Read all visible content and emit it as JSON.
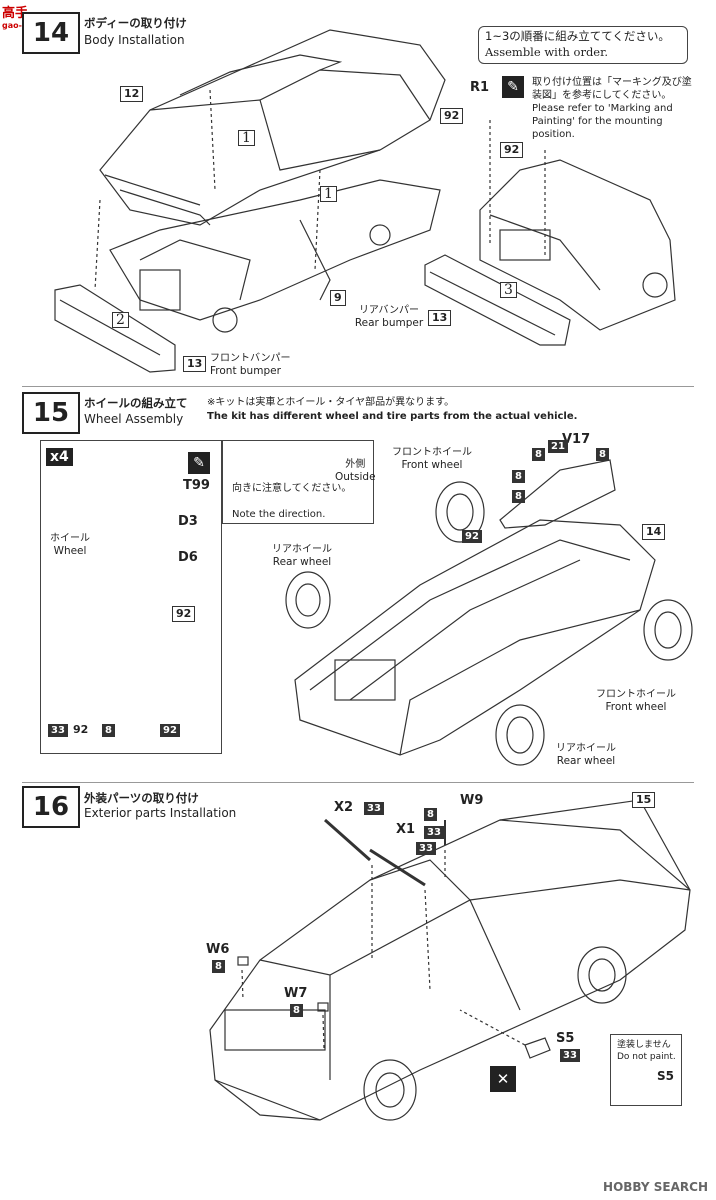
{
  "watermark": {
    "top_logo": "高手",
    "top_url": "gao-shou.com",
    "bottom": "HOBBY SEARCH"
  },
  "step14": {
    "number": "14",
    "title_jp": "ボディーの取り付け",
    "title_en": "Body Installation",
    "order_note_jp": "1~3の順番に組み立ててください。",
    "order_note_en": "Assemble with order.",
    "paint_note_jp": "取り付け位置は「マーキング及び塗装図」を参考にしてください。",
    "paint_note_en": "Please refer to 'Marking and Painting' for the mounting position.",
    "parts": {
      "p12": "12",
      "p9": "9",
      "p13a": "13",
      "p13b": "13",
      "p92a": "92",
      "p92b": "92",
      "r1": "R1"
    },
    "order_marks": {
      "m1a": "1",
      "m1b": "1",
      "m2": "2",
      "m3": "3"
    },
    "rear_bumper_jp": "リアバンパー",
    "rear_bumper_en": "Rear bumper",
    "front_bumper_jp": "フロントバンパー",
    "front_bumper_en": "Front bumper"
  },
  "step15": {
    "number": "15",
    "title_jp": "ホイールの組み立て",
    "title_en": "Wheel Assembly",
    "note_jp": "※キットは実車とホイール・タイヤ部品が異なります。",
    "note_en": "The kit has different wheel and tire parts from the actual vehicle.",
    "box": {
      "x4": "x4",
      "t99": "T99",
      "d3": "D3",
      "d6": "D6",
      "wheel_jp": "ホイール",
      "wheel_en": "Wheel",
      "outside_jp": "外側",
      "outside_en": "Outside",
      "direction_jp": "向きに注意してください。",
      "direction_en": "Note the direction.",
      "c92a": "92",
      "c33": "33",
      "c92b": "92",
      "c8": "8",
      "c92c": "92"
    },
    "front_wheel_jp": "フロントホイール",
    "front_wheel_en": "Front wheel",
    "rear_wheel_jp": "リアホイール",
    "rear_wheel_en": "Rear wheel",
    "front_wheel2_jp": "フロントホイール",
    "front_wheel2_en": "Front wheel",
    "rear_wheel2_jp": "リアホイール",
    "rear_wheel2_en": "Rear wheel",
    "v17": "V17",
    "c8a": "8",
    "c21": "21",
    "c8b": "8",
    "c8c": "8",
    "c8d": "8",
    "c92": "92",
    "p14": "14"
  },
  "step16": {
    "number": "16",
    "title_jp": "外装パーツの取り付け",
    "title_en": "Exterior parts Installation",
    "x2": "X2",
    "x1": "X1",
    "w9": "W9",
    "w6": "W6",
    "w7": "W7",
    "s5": "S5",
    "s5b": "S5",
    "c33a": "33",
    "c33b": "33",
    "c33c": "33",
    "c33d": "33",
    "c8a": "8",
    "c8b": "8",
    "c8c": "8",
    "p15": "15",
    "no_paint_jp": "塗装しません",
    "no_paint_en": "Do not paint."
  }
}
